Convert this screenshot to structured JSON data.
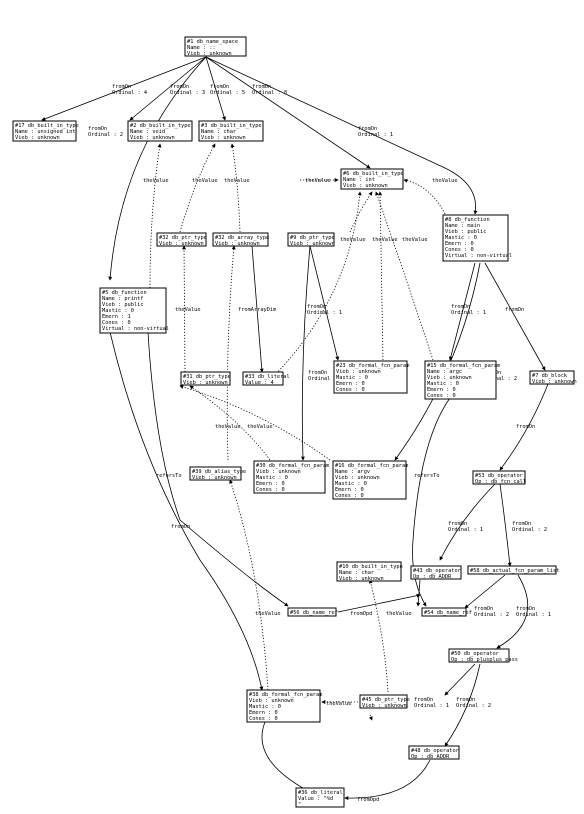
{
  "nodes": {
    "n1": [
      "#1 db_name_space",
      "Name : ::",
      "Vieb : unknown"
    ],
    "n17": [
      "#17 db_built_in_type",
      "Name : unsigned int",
      "Vieb : unknown"
    ],
    "n2": [
      "#2 db_built_in_type",
      "Name : void",
      "Vieb : unknown"
    ],
    "n3": [
      "#3 db_built_in_type",
      "Name : char",
      "Vieb : unknown"
    ],
    "n6": [
      "#6 db_built_in_type",
      "Name : int",
      "Vieb : unknown"
    ],
    "n8": [
      "#8 db_function",
      "Name : main",
      "Vieb : public",
      "Mastic : 0",
      "Emern : 0",
      "Cones : 0",
      "Virtual : non-virtual"
    ],
    "n32": [
      "#32 db_ptr_type",
      "Vieb : unknown"
    ],
    "n32b": [
      "#32 db_array_type",
      "Vieb : unknown"
    ],
    "n9": [
      "#9 db_ptr_type",
      "Vieb : unknown"
    ],
    "n5": [
      "#5 db_function",
      "Name : printf",
      "Vieb : public",
      "Mastic : 0",
      "Emern : 1",
      "Cones : 0",
      "Virtual : non-virtual"
    ],
    "n31": [
      "#31 db_ptr_type",
      "Vieb : unknown"
    ],
    "n33": [
      "#33 db_literal",
      "Value : 4"
    ],
    "n23": [
      "#23 db_formal_fcn_param",
      "Vieb : unknown",
      "Mastic : 0",
      "Emern : 0",
      "Cones : 0"
    ],
    "n15": [
      "#15 db_formal_fcn_param",
      "Name : argc",
      "Vieb : unknown",
      "Mastic : 0",
      "Emern : 0",
      "Cones : 0"
    ],
    "n7": [
      "#7 db_block",
      "Vieb : unknown"
    ],
    "n39": [
      "#39 db_alias_type",
      "Vieb : unknown"
    ],
    "n30": [
      "#30 db_formal_fcn_param",
      "Vieb : unknown",
      "Mastic : 0",
      "Emern : 0",
      "Cones : 0"
    ],
    "n16": [
      "#16 db_formal_fcn_param",
      "Name : argv",
      "Vieb : unknown",
      "Mastic : 0",
      "Emern : 0",
      "Cones : 0"
    ],
    "n53": [
      "#53 db_operator",
      "Op : db_fcn_call"
    ],
    "n10": [
      "#10 db_built_in_type",
      "Name : char",
      "Vieb : unknown"
    ],
    "n43": [
      "#43 db_operator",
      "Op : db_ADDR"
    ],
    "n58": [
      "#58 db_actual_fcn_param_list"
    ],
    "n56": [
      "#56 db_name_ref"
    ],
    "n54": [
      "#54 db_name_ref"
    ],
    "n50": [
      "#50 db_operator",
      "Op : db_plusplus_pass"
    ],
    "n38": [
      "#38 db_formal_fcn_param",
      "Vieb : unknown",
      "Mastic : 0",
      "Emern : 0",
      "Cones : 0"
    ],
    "n45": [
      "#45 db_ptr_type",
      "Vieb : unknown"
    ],
    "n48": [
      "#48 db_operator",
      "Op : db_ADDR"
    ],
    "n36": [
      "#36 db_literal",
      "Value : \"%d",
      "\""
    ]
  },
  "labels": {
    "fromOn": "fromOn",
    "fromOpd": "fromOpd",
    "theValue": "theValue",
    "fromArrayDim": "fromArrayDim",
    "refersTo": "refersTo",
    "ord1": "Ordinal : 1",
    "ord2": "Ordinal : 2",
    "ord3": "Ordinal : 3",
    "ord4": "Ordinal : 4",
    "ord5": "Ordinal : 5",
    "ord8": "Ordinal : 8"
  }
}
